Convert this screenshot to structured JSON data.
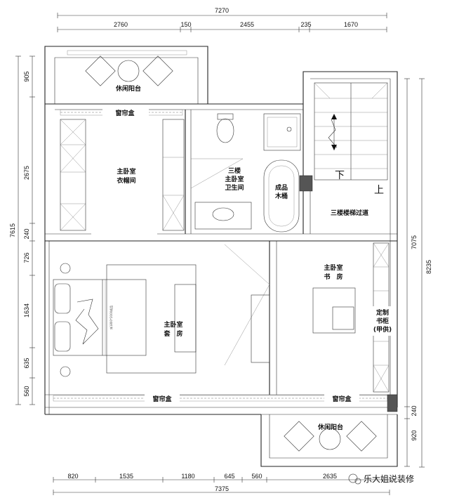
{
  "dimensions": {
    "top_total": "7270",
    "top": [
      "2760",
      "150",
      "2455",
      "235",
      "1670"
    ],
    "bottom_total": "7375",
    "bottom": [
      "820",
      "1535",
      "1180",
      "645",
      "560",
      "2635"
    ],
    "left_total": "7615",
    "left": [
      "905",
      "2675",
      "240",
      "726",
      "1634",
      "635",
      "560"
    ],
    "right_a": "7075",
    "right_b": "8235",
    "right_small": [
      "240",
      "920"
    ]
  },
  "rooms": {
    "balcony_top": "休闲阳台",
    "balcony_bottom": "休闲阳台",
    "curtain_box": "窗帘盒",
    "closet_line1": "主卧室",
    "closet_line2": "衣帽间",
    "bath_line1": "三楼",
    "bath_line2": "主卧室",
    "bath_line3": "卫生间",
    "tub_line1": "成品",
    "tub_line2": "木桶",
    "stair_hall": "三楼楼梯过道",
    "stair_down": "下",
    "stair_up": "上",
    "suite_line1": "主卧室",
    "suite_line2": "套　房",
    "study_line1": "主卧室",
    "study_line2": "书　房",
    "bookcase_line1": "定制",
    "bookcase_line2": "书柜",
    "bookcase_line3": "(甲供)",
    "bed_size": "床1800*2000成品"
  },
  "watermark": "乐大姐说装修"
}
